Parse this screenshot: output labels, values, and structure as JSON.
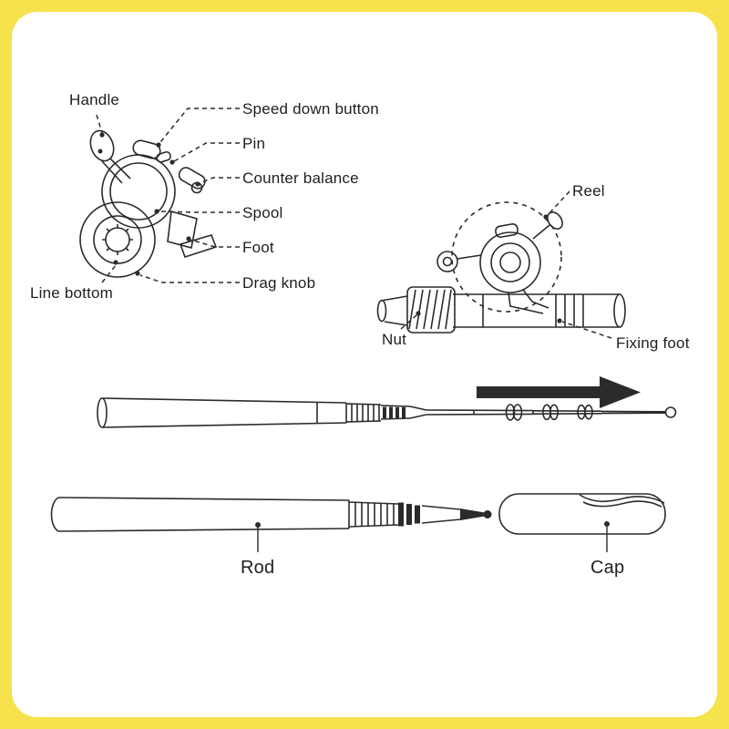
{
  "diagram": {
    "title_semantic": "pen-fishing-rod-parts-diagram",
    "labels": {
      "handle": "Handle",
      "speed_down_button": "Speed down button",
      "pin": "Pin",
      "counter_balance": "Counter balance",
      "spool": "Spool",
      "foot": "Foot",
      "drag_knob": "Drag knob",
      "line_bottom": "Line bottom",
      "reel": "Reel",
      "nut": "Nut",
      "fixing_foot": "Fixing foot",
      "rod": "Rod",
      "cap": "Cap"
    },
    "colors": {
      "frame": "#f5e24d",
      "background": "#ffffff",
      "line": "#2b2b2b"
    }
  }
}
